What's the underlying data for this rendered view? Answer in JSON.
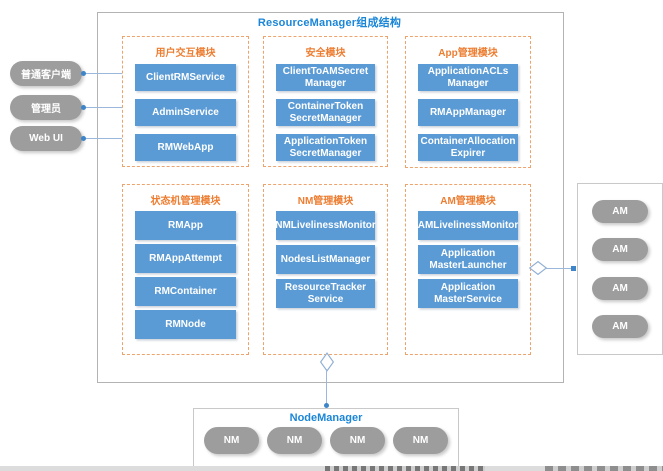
{
  "title": "ResourceManager组成结构",
  "actors": [
    {
      "label": "普通客户端"
    },
    {
      "label": "管理员"
    },
    {
      "label": "Web UI"
    }
  ],
  "modules": [
    {
      "title": "用户交互模块",
      "items": [
        "ClientRMService",
        "AdminService",
        "RMWebApp"
      ]
    },
    {
      "title": "安全模块",
      "items": [
        "ClientToAMSecret\nManager",
        "ContainerToken\nSecretManager",
        "ApplicationToken\nSecretManager"
      ]
    },
    {
      "title": "App管理模块",
      "items": [
        "ApplicationACLs\nManager",
        "RMAppManager",
        "ContainerAllocation\nExpirer"
      ]
    },
    {
      "title": "状态机管理模块",
      "items": [
        "RMApp",
        "RMAppAttempt",
        "RMContainer",
        "RMNode"
      ]
    },
    {
      "title": "NM管理模块",
      "items": [
        "NMLivelinessMonitor",
        "NodesListManager",
        "ResourceTracker\nService"
      ]
    },
    {
      "title": "AM管理模块",
      "items": [
        "AMLivelinessMonitor",
        "Application\nMasterLauncher",
        "Application\nMasterService"
      ]
    }
  ],
  "am_group": {
    "items": [
      "AM",
      "AM",
      "AM",
      "AM"
    ]
  },
  "nodemanager": {
    "title": "NodeManager",
    "items": [
      "NM",
      "NM",
      "NM",
      "NM"
    ]
  },
  "colors": {
    "component_blue": "#5b9bd5",
    "title_blue": "#1a86d8",
    "module_title_orange": "#ed7d31",
    "dashed_border_orange": "#eda36b",
    "pill_gray": "#9d9d9d",
    "connector_blue": "#9bb8dc"
  }
}
